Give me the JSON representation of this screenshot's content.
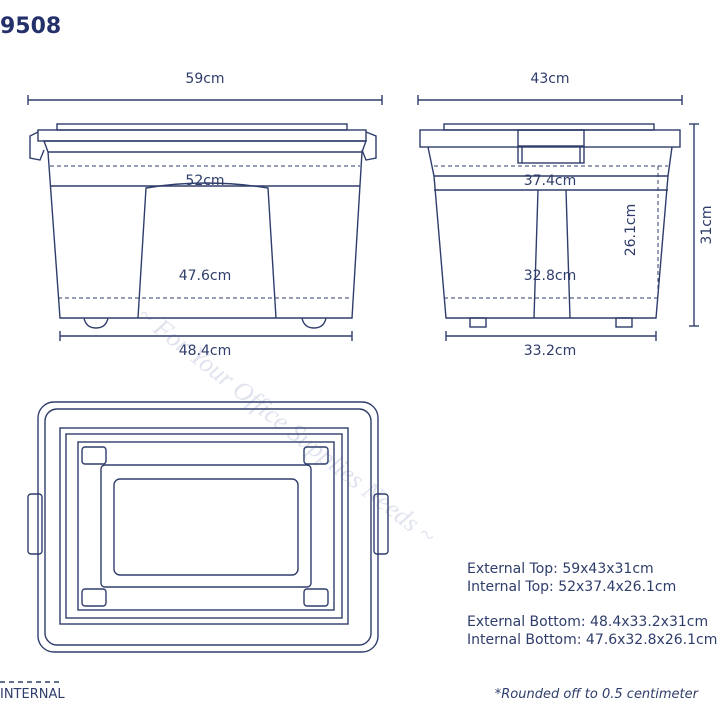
{
  "model_number": "9508",
  "side_view": {
    "external_top_width": "59cm",
    "internal_top_width": "52cm",
    "internal_bottom_width": "47.6cm",
    "external_bottom_width": "48.4cm"
  },
  "end_view": {
    "external_top_depth": "43cm",
    "internal_top_depth": "37.4cm",
    "internal_bottom_depth": "32.8cm",
    "external_bottom_depth": "33.2cm",
    "internal_height": "26.1cm",
    "external_height": "31cm"
  },
  "specs": {
    "external_top": "External Top: 59x43x31cm",
    "internal_top": "Internal Top: 52x37.4x26.1cm",
    "external_bottom": "External Bottom: 48.4x33.2x31cm",
    "internal_bottom": "Internal Bottom: 47.6x32.8x26.1cm"
  },
  "legend": {
    "internal_label": "INTERNAL"
  },
  "footnote": "*Rounded off to 0.5 centimeter",
  "watermark": "~ For Your Office Supplies Needs ~",
  "colors": {
    "line": "#2f3d6b",
    "text": "#2f3d6b",
    "title": "#24306a"
  }
}
